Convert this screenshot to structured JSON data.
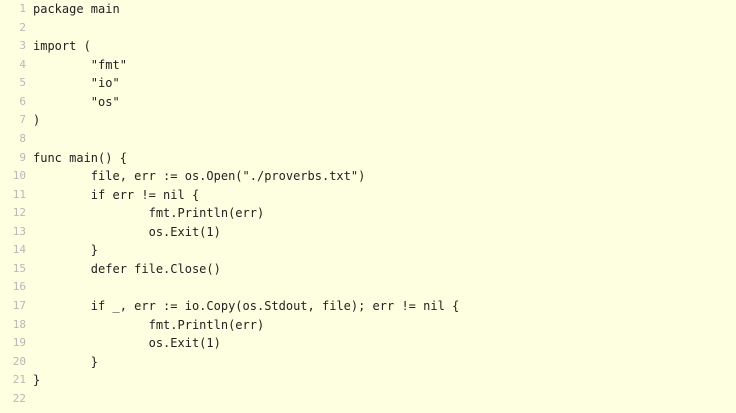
{
  "lines": [
    {
      "n": "1",
      "text": "package main"
    },
    {
      "n": "2",
      "text": ""
    },
    {
      "n": "3",
      "text": "import ("
    },
    {
      "n": "4",
      "text": "\t\"fmt\""
    },
    {
      "n": "5",
      "text": "\t\"io\""
    },
    {
      "n": "6",
      "text": "\t\"os\""
    },
    {
      "n": "7",
      "text": ")"
    },
    {
      "n": "8",
      "text": ""
    },
    {
      "n": "9",
      "text": "func main() {"
    },
    {
      "n": "10",
      "text": "\tfile, err := os.Open(\"./proverbs.txt\")"
    },
    {
      "n": "11",
      "text": "\tif err != nil {"
    },
    {
      "n": "12",
      "text": "\t\tfmt.Println(err)"
    },
    {
      "n": "13",
      "text": "\t\tos.Exit(1)"
    },
    {
      "n": "14",
      "text": "\t}"
    },
    {
      "n": "15",
      "text": "\tdefer file.Close()"
    },
    {
      "n": "16",
      "text": ""
    },
    {
      "n": "17",
      "text": "\tif _, err := io.Copy(os.Stdout, file); err != nil {"
    },
    {
      "n": "18",
      "text": "\t\tfmt.Println(err)"
    },
    {
      "n": "19",
      "text": "\t\tos.Exit(1)"
    },
    {
      "n": "20",
      "text": "\t}"
    },
    {
      "n": "21",
      "text": "}"
    },
    {
      "n": "22",
      "text": ""
    }
  ]
}
